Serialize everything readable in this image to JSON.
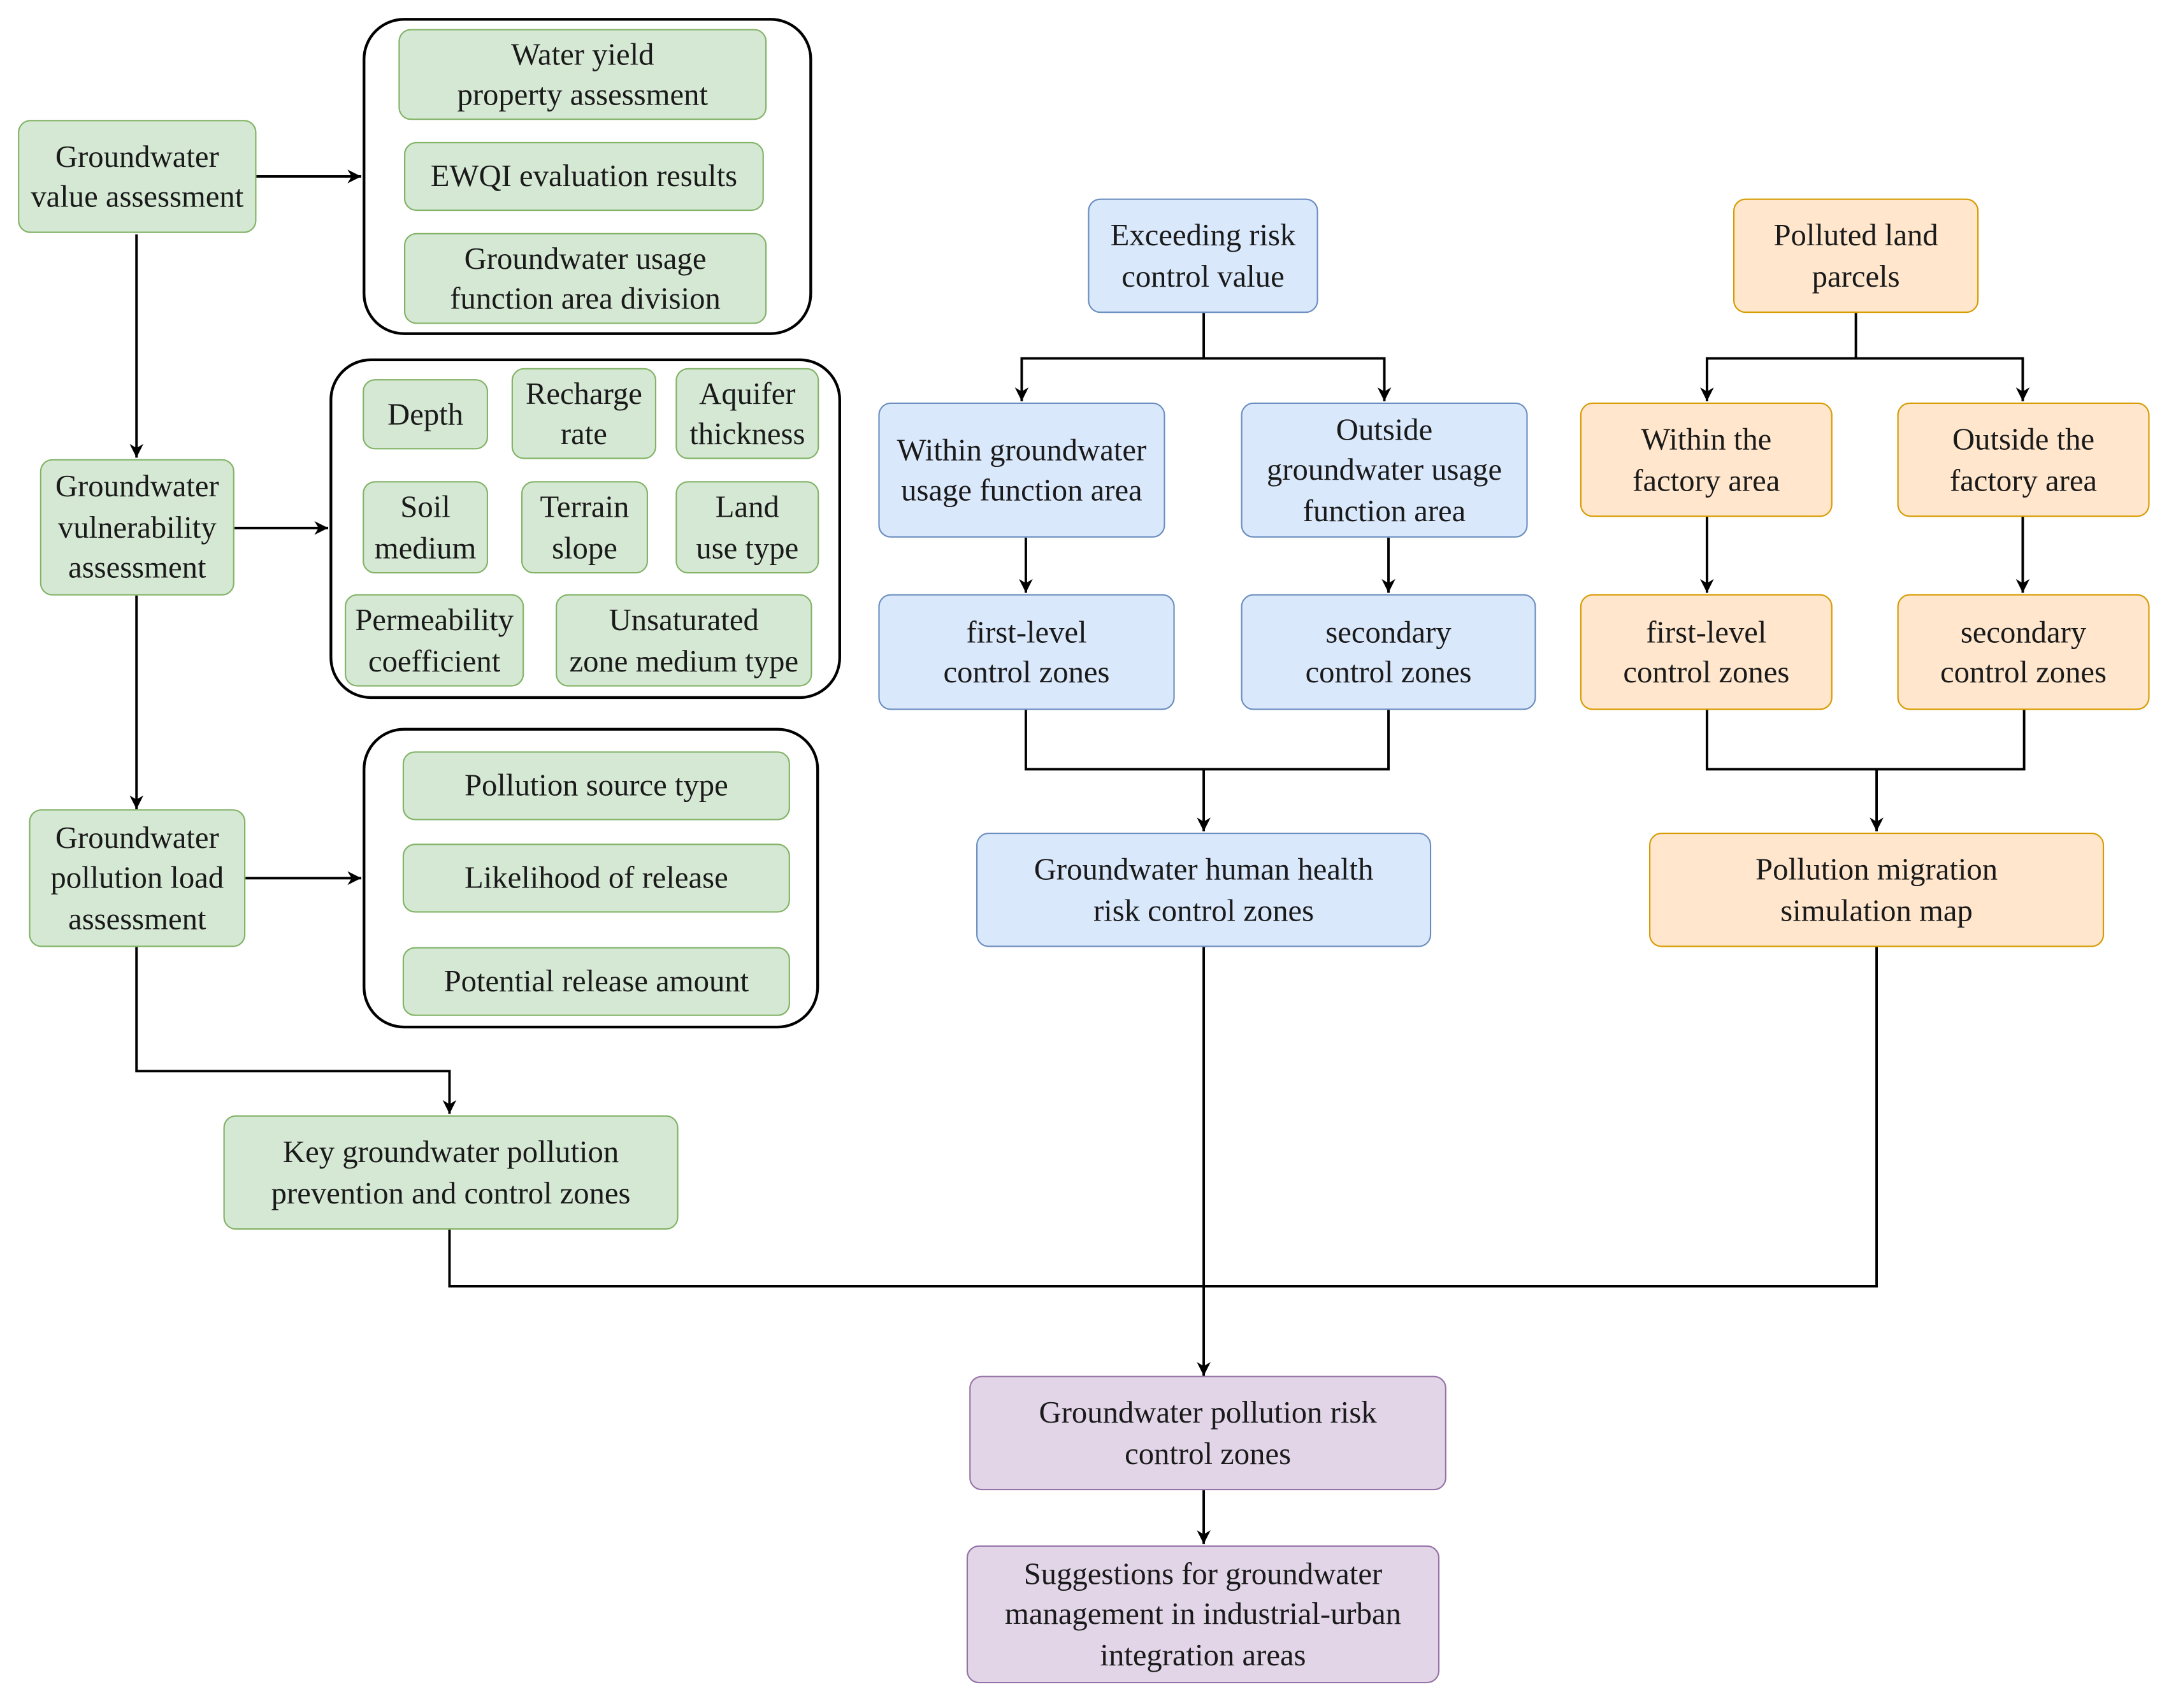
{
  "colors": {
    "green_fill": "#d5e8d4",
    "green_stroke": "#82b366",
    "blue_fill": "#dae8fc",
    "blue_stroke": "#6c8ebf",
    "orange_fill": "#ffe6cc",
    "orange_stroke": "#d79b00",
    "purple_fill": "#e1d5e7",
    "purple_stroke": "#9673a6",
    "connector": "#000000"
  },
  "left": {
    "value_assessment": "Groundwater\nvalue assessment",
    "value_items": {
      "water_yield": "Water yield\nproperty assessment",
      "ewqi": "EWQI evaluation results",
      "usage_division": "Groundwater usage\nfunction area division"
    },
    "vulnerability_assessment": "Groundwater\nvulnerability\nassessment",
    "vulnerability_items": {
      "depth": "Depth",
      "recharge": "Recharge\nrate",
      "aquifer": "Aquifer\nthickness",
      "soil": "Soil\nmedium",
      "terrain": "Terrain\nslope",
      "land_use": "Land\nuse type",
      "permeability": "Permeability\ncoefficient",
      "unsaturated": "Unsaturated\nzone medium type"
    },
    "pollution_load_assessment": "Groundwater\npollution load\nassessment",
    "pollution_items": {
      "source_type": "Pollution source type",
      "likelihood": "Likelihood of release",
      "potential_amount": "Potential release amount"
    },
    "key_zones": "Key groundwater pollution\nprevention and control zones"
  },
  "middle": {
    "exceeding": "Exceeding risk\ncontrol value",
    "within_usage": "Within groundwater\nusage function area",
    "outside_usage": "Outside\ngroundwater usage\nfunction area",
    "first_level": "first-level\ncontrol zones",
    "secondary": "secondary\ncontrol zones",
    "health_zones": "Groundwater human health\nrisk control zones"
  },
  "right": {
    "polluted_parcels": "Polluted land\nparcels",
    "within_factory": "Within the\nfactory area",
    "outside_factory": "Outside the\nfactory area",
    "first_level": "first-level\ncontrol zones",
    "secondary": "secondary\ncontrol zones",
    "migration_map": "Pollution migration\nsimulation map"
  },
  "bottom": {
    "risk_zones": "Groundwater pollution risk\ncontrol zones",
    "suggestions": "Suggestions for groundwater\nmanagement in industrial-urban\nintegration areas"
  }
}
